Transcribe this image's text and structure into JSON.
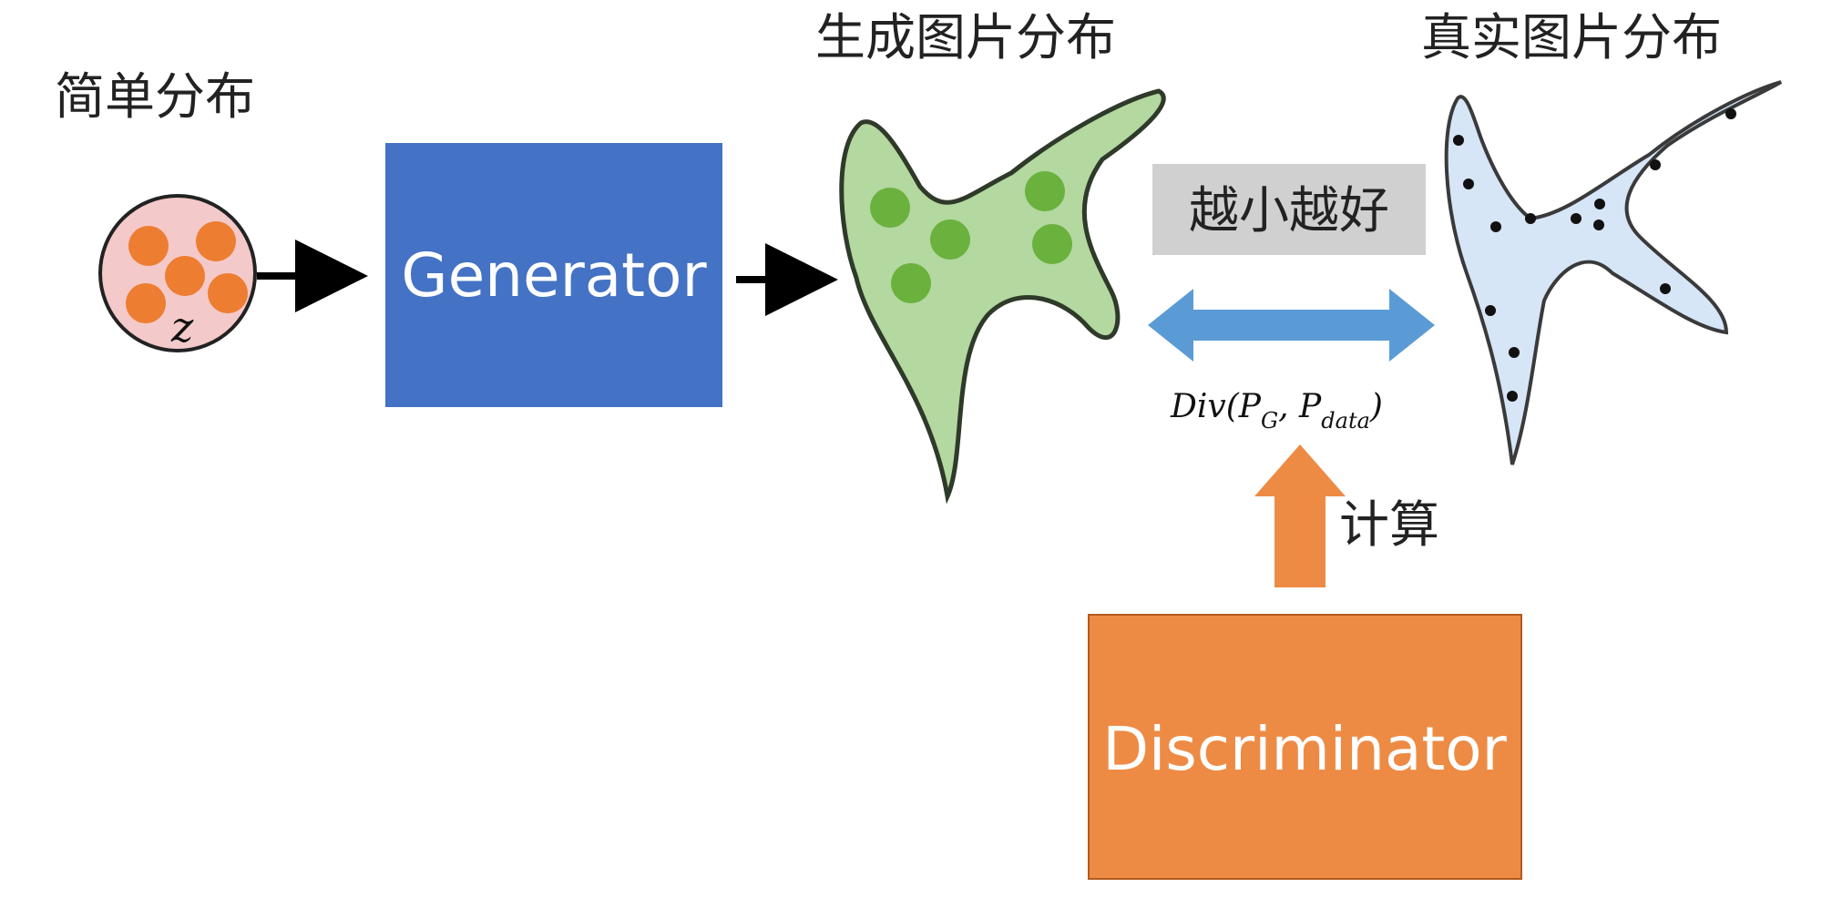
{
  "labels": {
    "simple_distribution": "简单分布",
    "generated_distribution": "生成图片分布",
    "real_distribution": "真实图片分布",
    "smaller_better": "越小越好",
    "compute": "计算"
  },
  "latent": {
    "variable": "z"
  },
  "boxes": {
    "generator": "Generator",
    "discriminator": "Discriminator"
  },
  "divergence": {
    "func": "Div(P",
    "sub_g": "G",
    "comma": ", P",
    "sub_data": "data",
    "close": ")"
  },
  "colors": {
    "generator_box": "#4472C4",
    "discriminator_box": "#ED8B45",
    "latent_circle_fill": "#F4C9C9",
    "latent_dots": "#ED7D31",
    "generated_blob_fill": "#B3D8A0",
    "generated_dots": "#6AB13E",
    "real_blob_fill": "#D6E6F7",
    "real_dots": "#111111",
    "double_arrow": "#5B9BD5",
    "compute_arrow": "#ED8B45",
    "smaller_better_bg": "#D0D0D0"
  }
}
